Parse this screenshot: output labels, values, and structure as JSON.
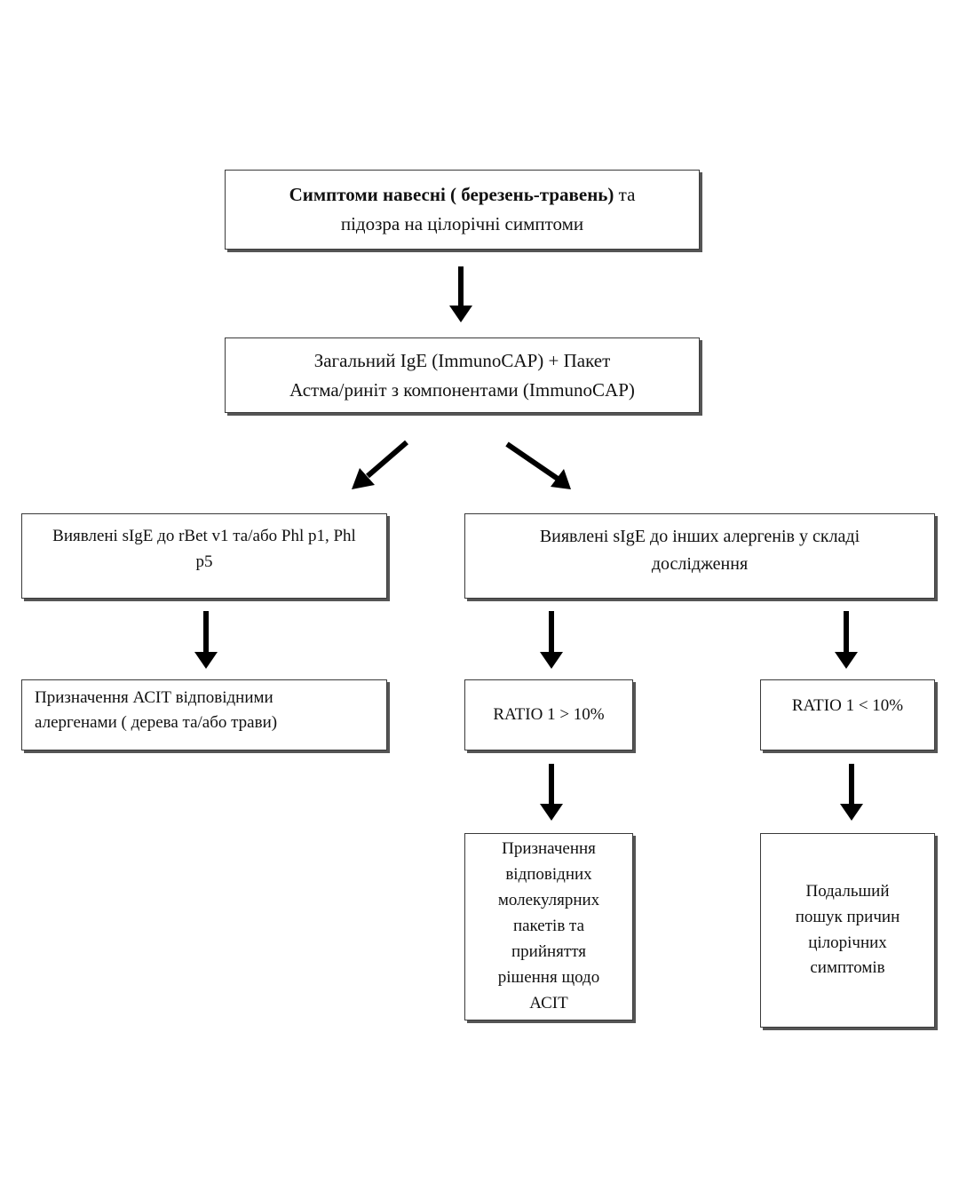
{
  "nodes": {
    "symptoms": {
      "bold_text": "Симптоми навесні ( березень-травень)",
      "text_rest": " та",
      "line2": "підозра на цілорічні симптоми"
    },
    "total_ige": {
      "line1": "Загальний IgE (ImmunoCAP) + Пакет",
      "line2": "Астма/риніт з компонентами (ImmunoCAP)"
    },
    "sige_rbet": {
      "line1": "Виявлені sIgE до rBet v1 та/або Phl p1, Phl",
      "line2": "p5"
    },
    "sige_other": {
      "line1": "Виявлені sIgE до інших алергенів у складі",
      "line2": "дослідження"
    },
    "acit_left": {
      "line1": "Призначення АСІТ відповідними",
      "line2": "алергенами ( дерева та/або трави)"
    },
    "ratio_gt": {
      "text": "RATIO 1 > 10%"
    },
    "ratio_lt": {
      "text": "RATIO 1 < 10%"
    },
    "molecular": {
      "lines": [
        "Призначення",
        "відповідних",
        "молекулярних",
        "пакетів та",
        "прийняття",
        "рішення щодо",
        "АСІТ"
      ]
    },
    "further": {
      "lines": [
        "Подальший",
        "пошук причин",
        "цілорічних",
        "симптомів"
      ]
    }
  },
  "edges": [
    {
      "from": "symptoms",
      "to": "total_ige"
    },
    {
      "from": "total_ige",
      "to": "sige_rbet"
    },
    {
      "from": "total_ige",
      "to": "sige_other"
    },
    {
      "from": "sige_rbet",
      "to": "acit_left"
    },
    {
      "from": "sige_other",
      "to": "ratio_gt"
    },
    {
      "from": "sige_other",
      "to": "ratio_lt"
    },
    {
      "from": "ratio_gt",
      "to": "molecular"
    },
    {
      "from": "ratio_lt",
      "to": "further"
    }
  ],
  "colors": {
    "arrow": "#000000",
    "box_border": "#3a3a3a",
    "box_shadow": "#555555",
    "text": "#111111"
  }
}
